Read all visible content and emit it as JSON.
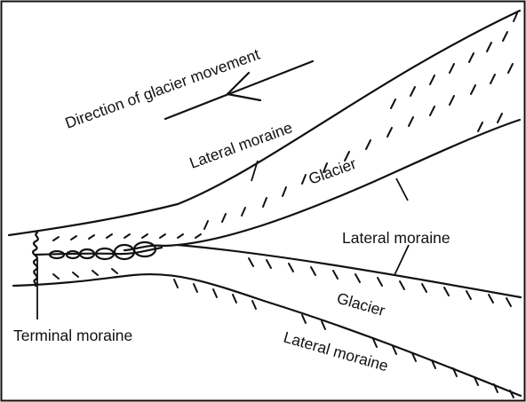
{
  "labels": {
    "direction": "Direction of glacier movement",
    "lateral_upper": "Lateral moraine",
    "glacier_upper": "Glacier",
    "lateral_middle": "Lateral moraine",
    "glacier_lower": "Glacier",
    "terminal": "Terminal moraine",
    "lateral_lower": "Lateral moraine"
  },
  "colors": {
    "line": "#111111",
    "background": "#ffffff"
  }
}
